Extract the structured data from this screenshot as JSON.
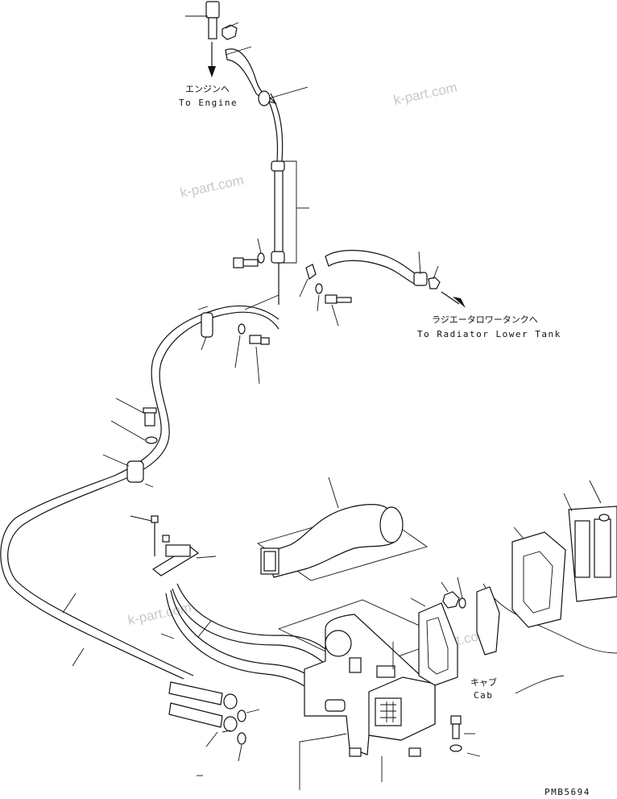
{
  "labels": {
    "to_engine_jp": "エンジンへ",
    "to_engine_en": "To Engine",
    "to_radiator_jp": "ラジエータロワータンクへ",
    "to_radiator_en": "To Radiator Lower Tank",
    "cab_jp": "キャブ",
    "cab_en": "Cab",
    "drawing_number": "PMB5694"
  },
  "watermarks": [
    "k-part.com",
    "k-part.com",
    "k-part.com",
    "k-part.com"
  ]
}
